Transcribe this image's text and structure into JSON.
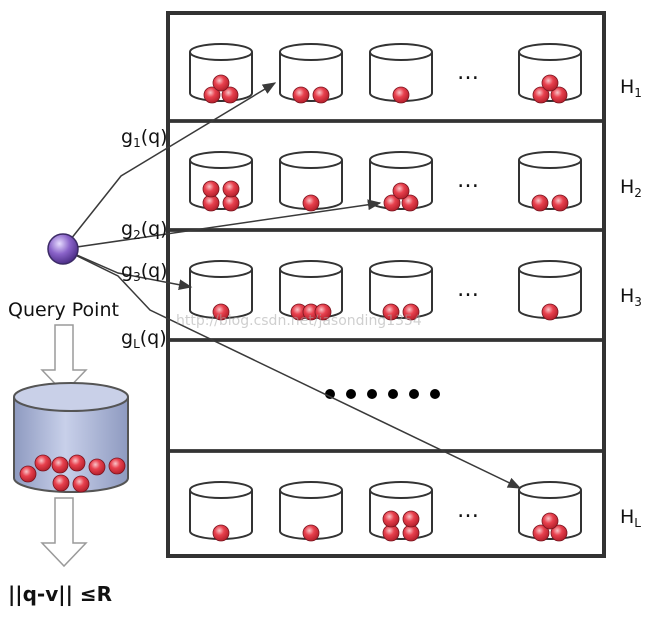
{
  "labels": {
    "query_point": "Query Point",
    "result": "||q-v|| ≤R",
    "tables": [
      {
        "name": "H",
        "sub": "1"
      },
      {
        "name": "H",
        "sub": "2"
      },
      {
        "name": "H",
        "sub": "3"
      },
      {
        "name": "H",
        "sub": "L"
      }
    ],
    "hashes": [
      {
        "name": "g",
        "sub": "1",
        "arg": "(q)"
      },
      {
        "name": "g",
        "sub": "2",
        "arg": "(q)"
      },
      {
        "name": "g",
        "sub": "3",
        "arg": "(q)"
      },
      {
        "name": "g",
        "sub": "L",
        "arg": "(q)"
      }
    ],
    "ellipsis_small": "…",
    "watermark": "http://blog.csdn.net/jasonding1354"
  },
  "rows": [
    {
      "buckets": [
        3,
        2,
        1,
        null,
        3
      ]
    },
    {
      "buckets": [
        4,
        1,
        3,
        null,
        2
      ]
    },
    {
      "buckets": [
        1,
        3,
        2,
        null,
        1
      ]
    },
    {
      "gap": true,
      "dots": 6
    },
    {
      "buckets": [
        1,
        1,
        4,
        null,
        3
      ]
    }
  ],
  "query_bucket_balls": 8,
  "colors": {
    "ball": "#e8414e",
    "ball_hi": "#f7a8ae",
    "query_point": "#8a63c9",
    "bucket_fill": "#b9c3e0",
    "stroke": "#333333",
    "arrow": "#3a3a3a"
  }
}
